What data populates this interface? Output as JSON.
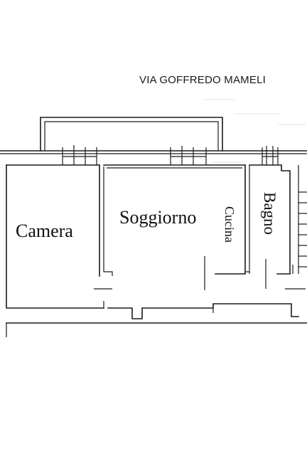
{
  "street": {
    "name": "VIA GOFFREDO MAMELI"
  },
  "rooms": {
    "camera": "Camera",
    "soggiorno": "Soggiorno",
    "cucina": "Cucina",
    "bagno": "Bagno"
  }
}
